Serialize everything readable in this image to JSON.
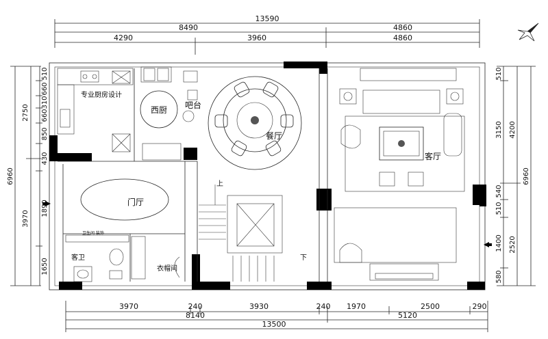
{
  "dimensions": {
    "top_overall": "13590",
    "top_mid": [
      "8490",
      "4860"
    ],
    "top_inner": [
      "4290",
      "3960",
      "4860"
    ],
    "bottom_inner": [
      "3970",
      "240",
      "3930",
      "240",
      "1970",
      "2500",
      "290"
    ],
    "bottom_mid": [
      "8140",
      "5120"
    ],
    "bottom_overall": "13500",
    "left_outer": "6960",
    "left_segments": [
      "510",
      "660",
      "310",
      "660",
      "850",
      "430",
      "1890",
      "1650"
    ],
    "left_groups": [
      "2750",
      "3970"
    ],
    "right_outer": "6960",
    "right_groups": [
      "4200",
      "2520"
    ],
    "right_segments": [
      "510",
      "3150",
      "540",
      "510",
      "1400",
      "580"
    ]
  },
  "rooms": {
    "kitchen_label": "专业厨房设计",
    "western_kitchen": "西厨",
    "bar": "吧台",
    "dining": "餐厅",
    "living": "客厅",
    "foyer": "门厅",
    "guest_bath": "客卫",
    "cloakroom": "衣帽间",
    "stairs_up": "上",
    "stairs_down": "下",
    "bath_small_note": "卫生间 装饰"
  },
  "icons": {
    "north_arrow": "compass-rose-icon",
    "entry_left": "entry-arrow-icon",
    "entry_right": "entry-arrow-icon"
  }
}
